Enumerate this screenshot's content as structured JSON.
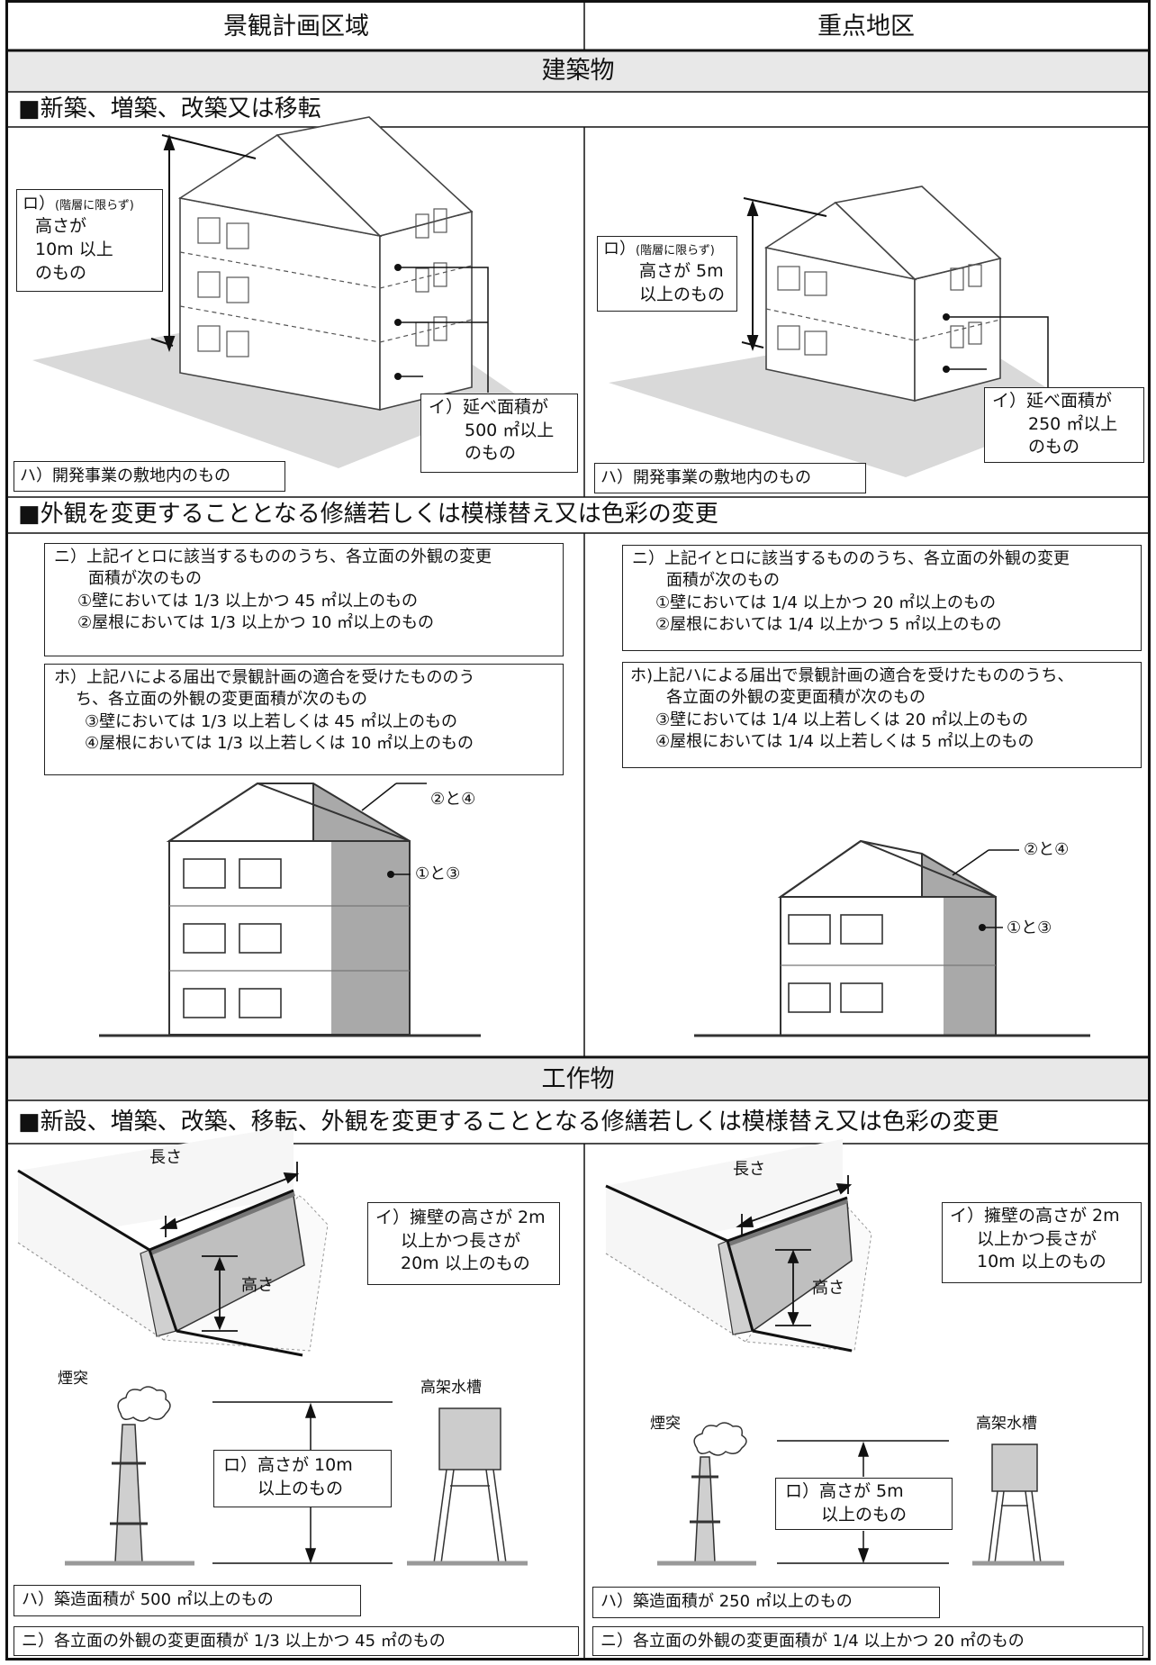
{
  "header": {
    "col_left": "景観計画区域",
    "col_right": "重点地区"
  },
  "sections": {
    "buildings": "建築物",
    "structures": "工作物"
  },
  "subsections": {
    "new_build": "■新築、増築、改築又は移転",
    "exterior_change": "■外観を変更することとなる修繕若しくは模様替え又は色彩の変更",
    "structure_change": "■新設、増築、改築、移転、外観を変更することとなる修繕若しくは模様替え又は色彩の変更"
  },
  "left": {
    "ro_prefix": "ロ）",
    "ro_note": "(階層に限らず)",
    "ro_lines": [
      "高さが",
      "10m 以上",
      "のもの"
    ],
    "i_lines": [
      "イ）延べ面積が",
      "500 ㎡以上",
      "のもの"
    ],
    "ha": "ハ）開発事業の敷地内のもの",
    "ni_lines": [
      "ニ）上記イとロに該当するもののうち、各立面の外観の変更",
      "面積が次のもの",
      "①壁においては 1/3 以上かつ 45 ㎡以上のもの",
      "②屋根においては 1/3 以上かつ 10 ㎡以上のもの"
    ],
    "ho_lines": [
      "ホ）上記ハによる届出で景観計画の適合を受けたもののう",
      "ち、各立面の外観の変更面積が次のもの",
      "③壁においては 1/3 以上若しくは 45 ㎡以上のもの",
      "④屋根においては 1/3 以上若しくは 10 ㎡以上のもの"
    ],
    "label_roof": "②と④",
    "label_wall": "①と③",
    "length": "長さ",
    "height": "高さ",
    "wall_lines": [
      "イ）擁壁の高さが 2m",
      "以上かつ長さが",
      "20m 以上のもの"
    ],
    "chimney": "煙突",
    "tank": "高架水槽",
    "ro2_lines": [
      "ロ）高さが 10m",
      "以上のもの"
    ],
    "ha2": "ハ）築造面積が 500 ㎡以上のもの",
    "ni2": "ニ）各立面の外観の変更面積が 1/3 以上かつ 45 ㎡のもの"
  },
  "right": {
    "ro_prefix": "ロ）",
    "ro_note": "(階層に限らず)",
    "ro_lines": [
      "高さが 5m",
      "以上のもの"
    ],
    "i_lines": [
      "イ）延べ面積が",
      "250 ㎡以上",
      "のもの"
    ],
    "ha": "ハ）開発事業の敷地内のもの",
    "ni_lines": [
      "ニ）上記イとロに該当するもののうち、各立面の外観の変更",
      "面積が次のもの",
      "①壁においては 1/4 以上かつ 20 ㎡以上のもの",
      "②屋根においては 1/4 以上かつ 5 ㎡以上のもの"
    ],
    "ho_lines": [
      "ホ)上記ハによる届出で景観計画の適合を受けたもののうち、",
      "各立面の外観の変更面積が次のもの",
      "③壁においては 1/4 以上若しくは 20 ㎡以上のもの",
      "④屋根においては 1/4 以上若しくは 5 ㎡以上のもの"
    ],
    "label_roof": "②と④",
    "label_wall": "①と③",
    "length": "長さ",
    "height": "高さ",
    "wall_lines": [
      "イ）擁壁の高さが 2m",
      "以上かつ長さが",
      "10m 以上のもの"
    ],
    "chimney": "煙突",
    "tank": "高架水槽",
    "ro2_lines": [
      "ロ）高さが 5m",
      "以上のもの"
    ],
    "ha2": "ハ）築造面積が 250 ㎡以上のもの",
    "ni2": "ニ）各立面の外観の変更面積が 1/4 以上かつ 20 ㎡のもの"
  }
}
